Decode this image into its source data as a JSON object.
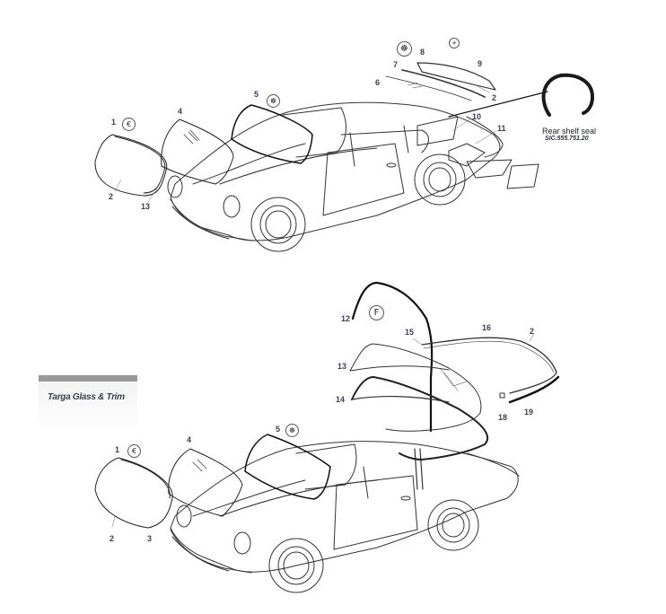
{
  "diagram": {
    "section_title": "Targa Glass & Trim",
    "rear_shelf_seal": {
      "caption": "Rear shelf seal",
      "part_number": "SIC.555.751.20"
    },
    "coupe": {
      "callouts": [
        {
          "id": "1",
          "label": "1"
        },
        {
          "id": "2a",
          "label": "2"
        },
        {
          "id": "13",
          "label": "13"
        },
        {
          "id": "4",
          "label": "4"
        },
        {
          "id": "5",
          "label": "5"
        },
        {
          "id": "6",
          "label": "6"
        },
        {
          "id": "7",
          "label": "7"
        },
        {
          "id": "8",
          "label": "8"
        },
        {
          "id": "9",
          "label": "9"
        },
        {
          "id": "2b",
          "label": "2"
        },
        {
          "id": "10",
          "label": "10"
        },
        {
          "id": "11",
          "label": "11"
        }
      ],
      "symbols": {
        "s1": "€",
        "s5": "☸",
        "s8": "☸",
        "s8b": "+"
      }
    },
    "targa": {
      "callouts": [
        {
          "id": "12",
          "label": "12"
        },
        {
          "id": "15",
          "label": "15"
        },
        {
          "id": "16",
          "label": "16"
        },
        {
          "id": "2",
          "label": "2"
        },
        {
          "id": "13",
          "label": "13"
        },
        {
          "id": "14",
          "label": "14"
        },
        {
          "id": "18",
          "label": "18"
        },
        {
          "id": "19",
          "label": "19"
        },
        {
          "id": "5",
          "label": "5"
        },
        {
          "id": "1",
          "label": "1"
        },
        {
          "id": "4",
          "label": "4"
        },
        {
          "id": "2b",
          "label": "2"
        },
        {
          "id": "3",
          "label": "3"
        }
      ],
      "symbols": {
        "s12": "F",
        "s5": "☸",
        "s1": "€"
      }
    },
    "colors": {
      "label": "#3a3f55",
      "line": "#222222",
      "banner_bar": "#999999"
    }
  }
}
